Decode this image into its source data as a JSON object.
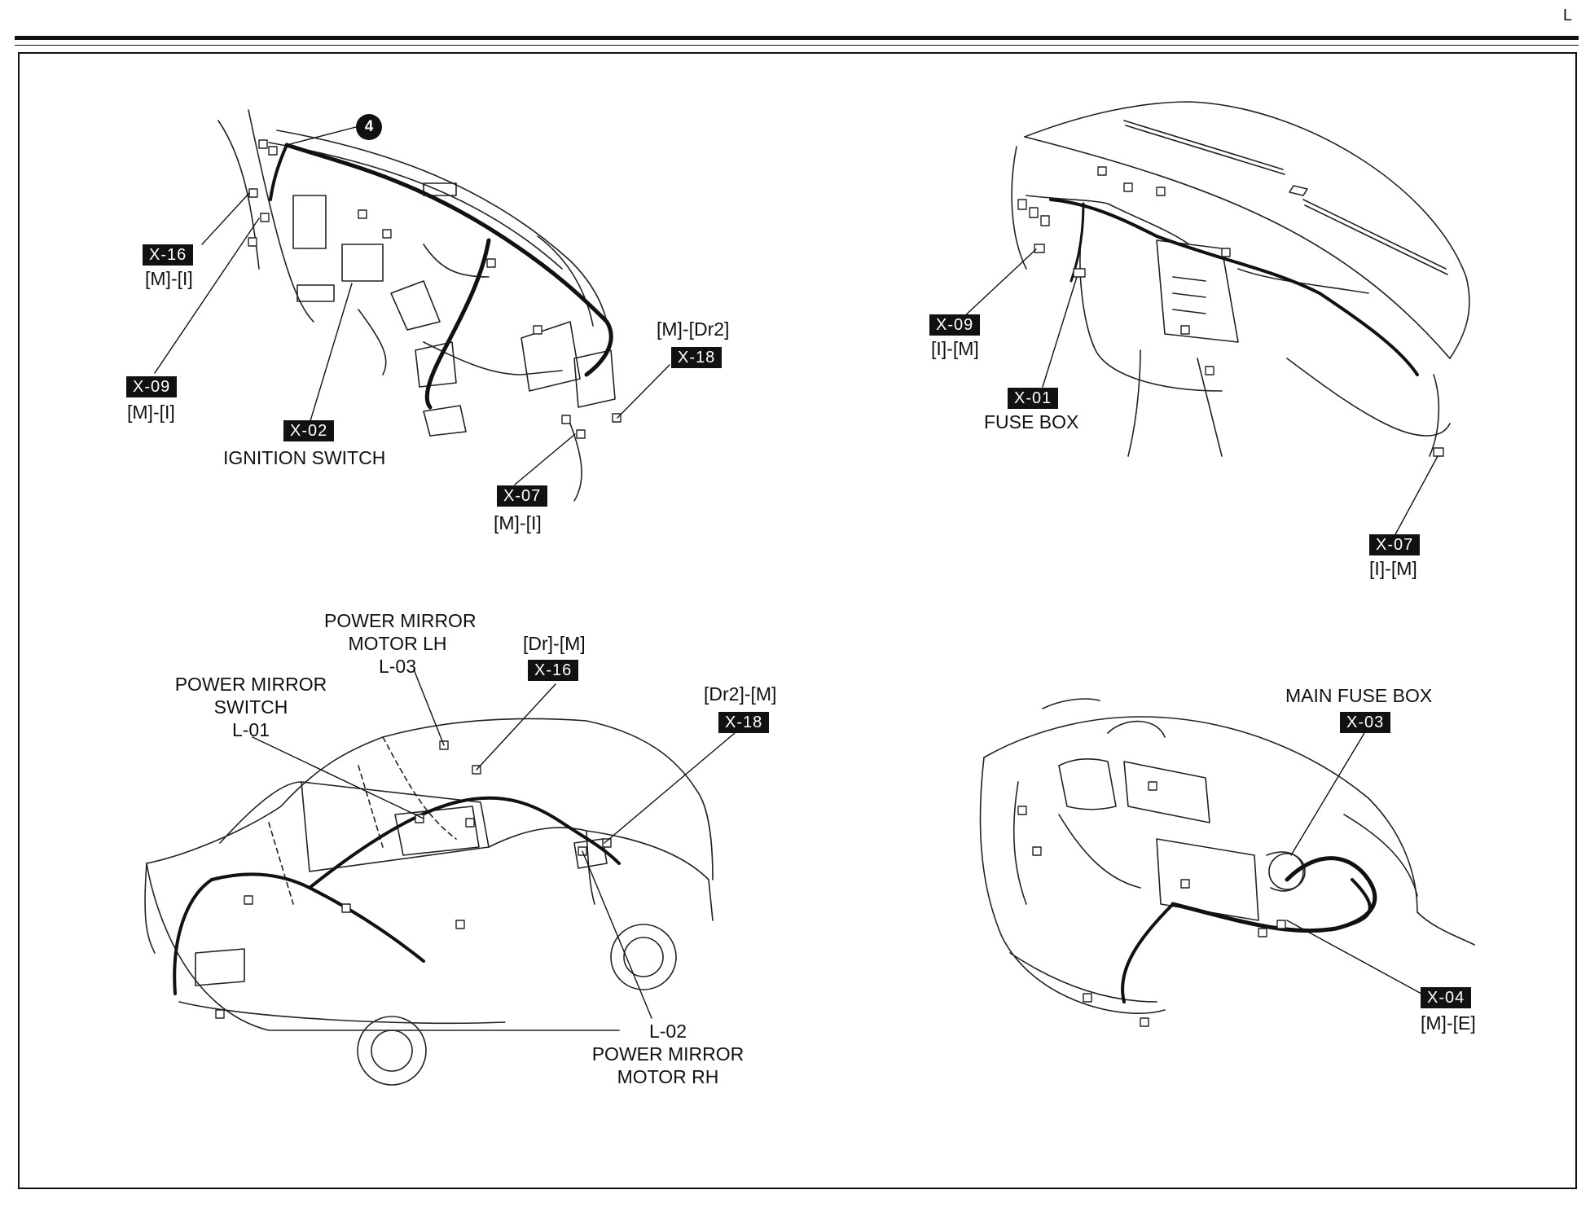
{
  "page": {
    "corner_mark": "L"
  },
  "callouts": {
    "x16_dash": {
      "tag": "X-16",
      "pair": "[M]-[I]"
    },
    "x09_dash": {
      "tag": "X-09",
      "pair": "[M]-[I]"
    },
    "x02": {
      "tag": "X-02",
      "name": "IGNITION SWITCH"
    },
    "x18_dash": {
      "pair": "[M]-[Dr2]",
      "tag": "X-18"
    },
    "x07_dash": {
      "tag": "X-07",
      "pair": "[M]-[I]"
    },
    "bubble_4": "4",
    "x09_panel": {
      "tag": "X-09",
      "pair": "[I]-[M]"
    },
    "x01": {
      "tag": "X-01",
      "name": "FUSE BOX"
    },
    "x07_panel": {
      "tag": "X-07",
      "pair": "[I]-[M]"
    },
    "l03": {
      "line1": "POWER MIRROR",
      "line2": "MOTOR LH",
      "code": "L-03"
    },
    "l01": {
      "line1": "POWER MIRROR",
      "line2": "SWITCH",
      "code": "L-01"
    },
    "x16_car": {
      "pair": "[Dr]-[M]",
      "tag": "X-16"
    },
    "x18_car": {
      "pair": "[Dr2]-[M]",
      "tag": "X-18"
    },
    "l02": {
      "code": "L-02",
      "line1": "POWER MIRROR",
      "line2": "MOTOR RH"
    },
    "x03": {
      "name": "MAIN FUSE BOX",
      "tag": "X-03"
    },
    "x04": {
      "tag": "X-04",
      "pair": "[M]-[E]"
    }
  }
}
